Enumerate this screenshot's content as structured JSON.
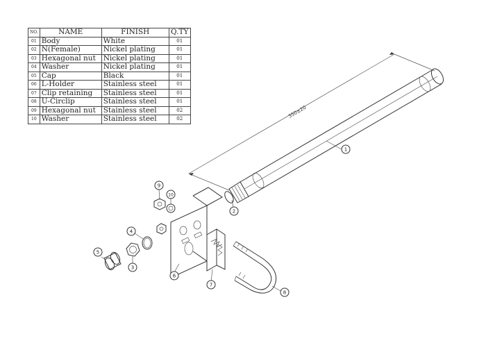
{
  "table": {
    "headers": {
      "no": "NO.",
      "name": "NAME",
      "finish": "FINISH",
      "qty": "Q.TY"
    },
    "rows": [
      {
        "no": "01",
        "name": "Body",
        "finish": "White",
        "qty": "01"
      },
      {
        "no": "02",
        "name": "N(Female)",
        "finish": "Nickel plating",
        "qty": "01"
      },
      {
        "no": "03",
        "name": "Hexagonal nut",
        "finish": "Nickel plating",
        "qty": "01"
      },
      {
        "no": "04",
        "name": "Washer",
        "finish": "Nickel plating",
        "qty": "01"
      },
      {
        "no": "05",
        "name": "Cap",
        "finish": "Black",
        "qty": "01"
      },
      {
        "no": "06",
        "name": "L-Holder",
        "finish": "Stainless steel",
        "qty": "01"
      },
      {
        "no": "07",
        "name": "Clip retaining",
        "finish": "Stainless steel",
        "qty": "01"
      },
      {
        "no": "08",
        "name": "U-Circlip",
        "finish": "Stainless steel",
        "qty": "01"
      },
      {
        "no": "09",
        "name": "Hexagonal nut",
        "finish": "Stainless steel",
        "qty": "02"
      },
      {
        "no": "10",
        "name": "Washer",
        "finish": "Stainless steel",
        "qty": "02"
      }
    ]
  },
  "drawing": {
    "dimension_label": "350±20",
    "callouts": [
      "1",
      "2",
      "3",
      "4",
      "5",
      "6",
      "7",
      "8",
      "9",
      "10"
    ]
  }
}
